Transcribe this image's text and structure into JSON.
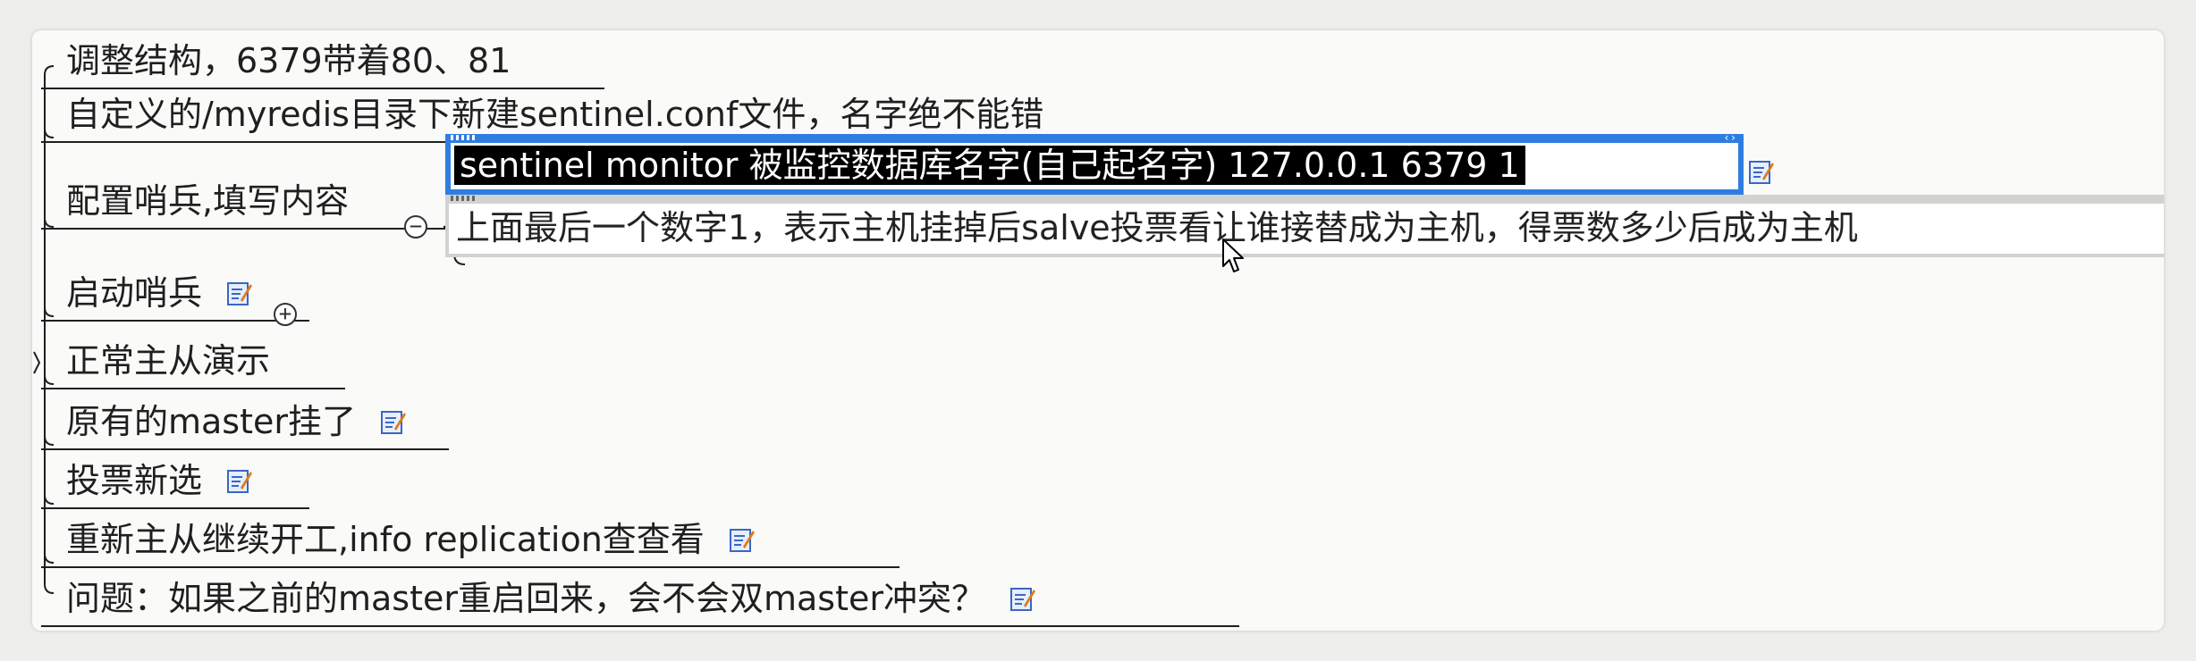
{
  "nodes": {
    "n1": "调整结构，6379带着80、81",
    "n2": "自定义的/myredis目录下新建sentinel.conf文件，名字绝不能错",
    "n3": "配置哨兵,填写内容",
    "n4": "启动哨兵",
    "n5": "正常主从演示",
    "n6": "原有的master挂了",
    "n7": "投票新选",
    "n8": "重新主从继续开工,info replication查查看",
    "n9": "问题：如果之前的master重启回来，会不会双master冲突？"
  },
  "editor": {
    "line1": "sentinel monitor 被监控数据库名字(自己起名字) 127.0.0.1 6379 1",
    "line2": "上面最后一个数字1，表示主机挂掉后salve投票看让谁接替成为主机，得票数多少后成为主机"
  },
  "icons": {
    "note": "note-edit-icon",
    "collapse": "minus-circle-icon",
    "expand": "plus-circle-icon",
    "cursor": "mouse-pointer-icon"
  },
  "colors": {
    "selection_border": "#2f7de1",
    "selected_text_bg": "#000000",
    "canvas_bg": "#fafaf8"
  }
}
